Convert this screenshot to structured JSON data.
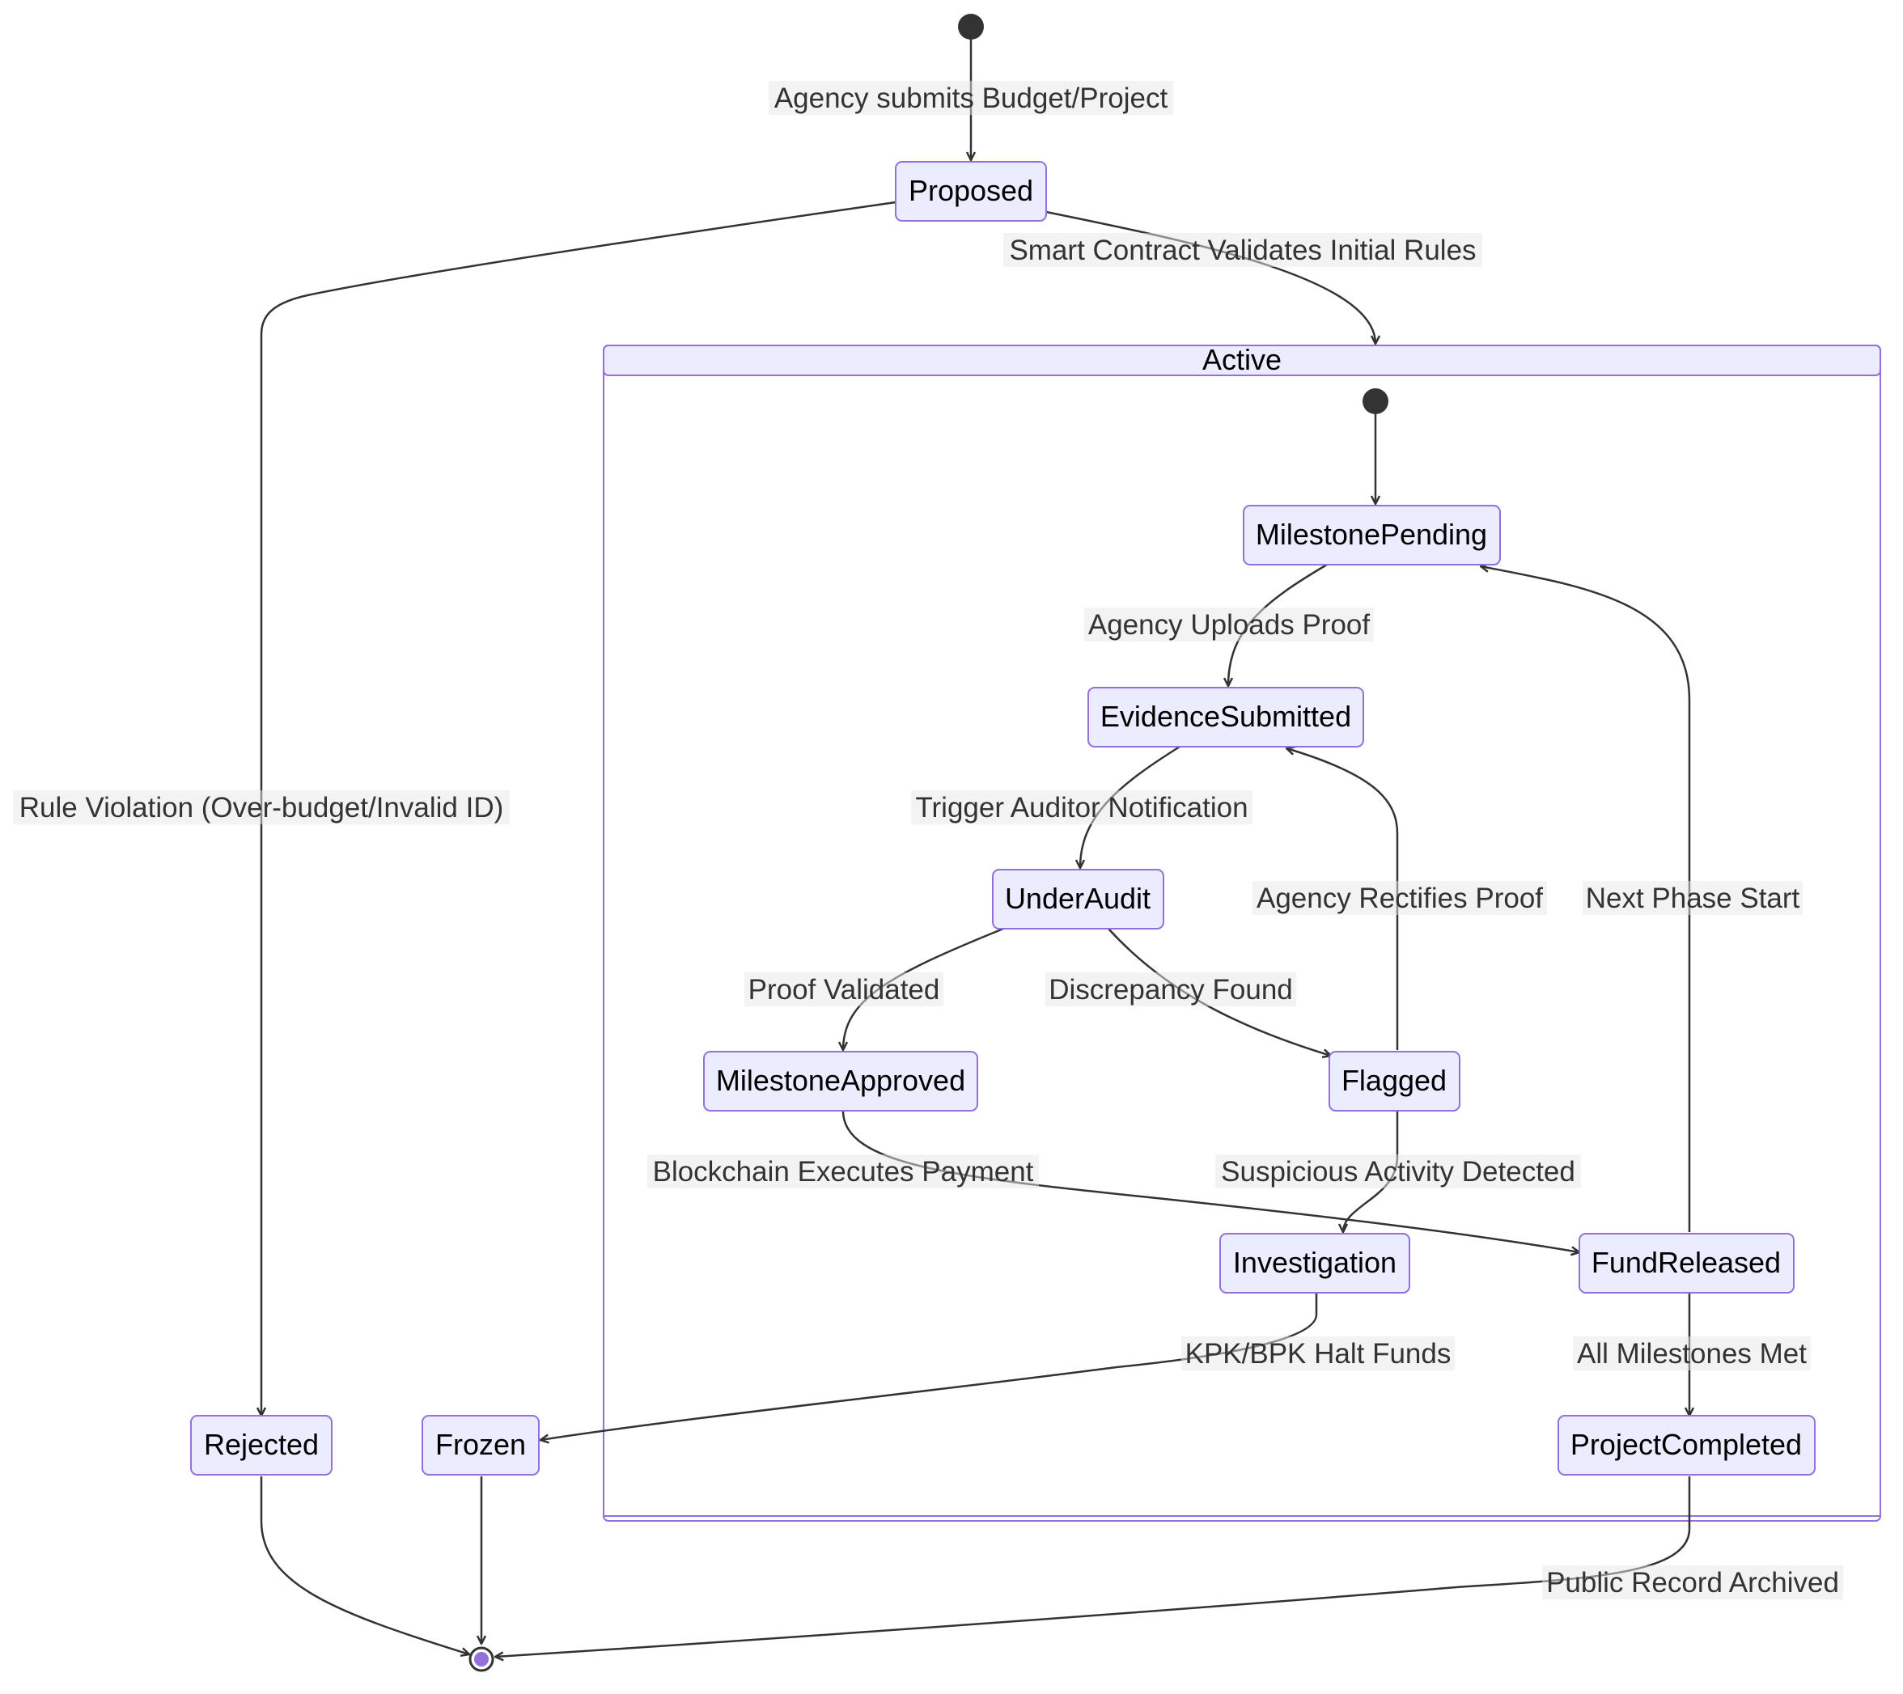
{
  "colors": {
    "node_fill": "#ECECFF",
    "node_stroke": "#9370DB",
    "edge": "#333333",
    "label_bg": "#E8E8E8",
    "pseudo": "#333333",
    "end_inner": "#9370DB"
  },
  "cluster": {
    "title": "Active"
  },
  "states": {
    "proposed": "Proposed",
    "milestone_pending": "MilestonePending",
    "evidence_submitted": "EvidenceSubmitted",
    "under_audit": "UnderAudit",
    "milestone_approved": "MilestoneApproved",
    "flagged": "Flagged",
    "investigation": "Investigation",
    "fund_released": "FundReleased",
    "rejected": "Rejected",
    "frozen": "Frozen",
    "project_completed": "ProjectCompleted"
  },
  "transitions": {
    "submit": "Agency submits Budget/Project",
    "validate": "Smart Contract Validates Initial Rules",
    "reject": "Rule Violation (Over-budget/Invalid ID)",
    "upload": "Agency Uploads Proof",
    "notify": "Trigger Auditor Notification",
    "validated": "Proof Validated",
    "discrepancy": "Discrepancy Found",
    "rectify": "Agency Rectifies Proof",
    "next_phase": "Next Phase Start",
    "pay": "Blockchain Executes Payment",
    "suspicious": "Suspicious Activity Detected",
    "halt": "KPK/BPK Halt Funds",
    "all_met": "All Milestones Met",
    "archive": "Public Record Archived"
  }
}
